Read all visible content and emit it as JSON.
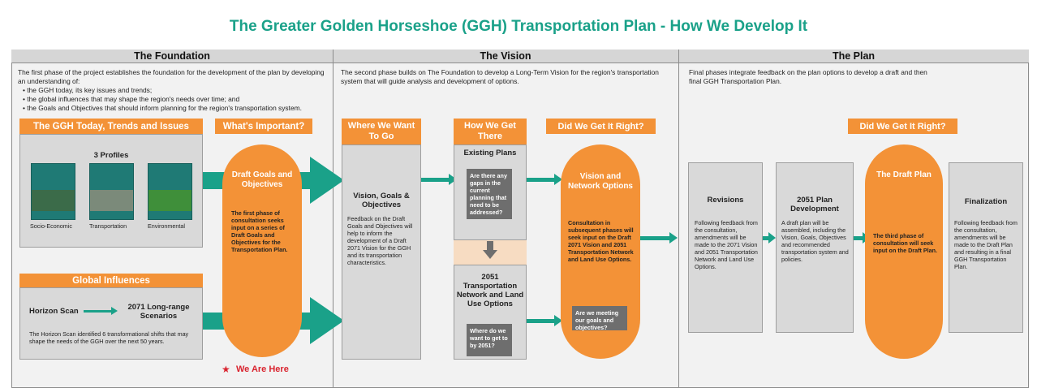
{
  "title": "The Greater Golden Horseshoe (GGH) Transportation Plan - How We Develop It",
  "sections": {
    "foundation": {
      "header": "The Foundation",
      "intro": "The first phase of the project establishes the foundation for the development of the plan by developing an understanding of:",
      "bullets": [
        "the GGH today, its key issues and trends;",
        "the global influences that may shape the region's needs over time; and",
        "the Goals and Objectives that should inform planning for the region's transportation system."
      ],
      "ggh_today_bar": "The GGH Today, Trends and Issues",
      "profiles_title": "3 Profiles",
      "profiles": [
        "Socio-Economic",
        "Transportation",
        "Environmental"
      ],
      "global_bar": "Global Influences",
      "horizon_scan": "Horizon Scan",
      "scenarios": "2071 Long-range Scenarios",
      "horizon_text": "The Horizon Scan identified 6 transformational shifts that may shape the needs of the GGH over the next 50 years.",
      "important_bar": "What's Important?",
      "goals_title": "Draft Goals and Objectives",
      "goals_text": "The first phase of consultation seeks input on a series of Draft Goals and Objectives for the Transportation Plan.",
      "we_are_here": "We Are Here"
    },
    "vision": {
      "header": "The Vision",
      "intro": "The second phase builds on The Foundation to develop a Long-Term Vision for the region's transportation system that will guide analysis and development of options.",
      "where_bar": "Where We Want To Go",
      "vision_goals_title": "Vision, Goals & Objectives",
      "vision_goals_text": "Feedback on the Draft Goals and Objectives will help to inform the development of a Draft 2071 Vision for the GGH and its transportation characteristics.",
      "how_bar": "How We Get There",
      "existing_plans": "Existing Plans",
      "existing_question": "Are there any gaps in the current planning that need to be addressed?",
      "network_title": "2051 Transportation Network and Land Use Options",
      "network_question": "Where do we want to get to by 2051?",
      "right_bar": "Did We Get It Right?",
      "vno_title": "Vision and Network Options",
      "vno_text": "Consultation in subsequent phases will seek input on the Draft 2071 Vision and 2051 Transportation Network and Land Use Options.",
      "vno_question": "Are we meeting our goals and objectives?"
    },
    "plan": {
      "header": "The Plan",
      "intro": "Final phases integrate feedback on the plan options to develop a draft and then final GGH Transportation Plan.",
      "right_bar": "Did We Get It Right?",
      "revisions_title": "Revisions",
      "revisions_text": "Following feedback from the consultation, amendments will be made to the 2071 Vision and 2051 Transportation Network and Land Use Options.",
      "dev_title": "2051 Plan Development",
      "dev_text": "A draft plan will be assembled, including the Vision, Goals, Objectives and recommended transportation system and policies.",
      "draft_title": "The Draft Plan",
      "draft_text": "The third phase of consultation will seek input on the Draft Plan.",
      "final_title": "Finalization",
      "final_text": "Following feedback from the consultation, amendments will be made to the Draft Plan and resulting in a final GGH Transportation Plan."
    }
  },
  "colors": {
    "teal": "#1aa189",
    "orange": "#f39237",
    "grey_box": "#d9d9d9",
    "dark_grey": "#6e6e6e",
    "red_star": "#d9232e"
  },
  "icons": {
    "star": "star-icon",
    "arrow": "arrow-right-icon",
    "arrow_down": "arrow-down-icon"
  }
}
